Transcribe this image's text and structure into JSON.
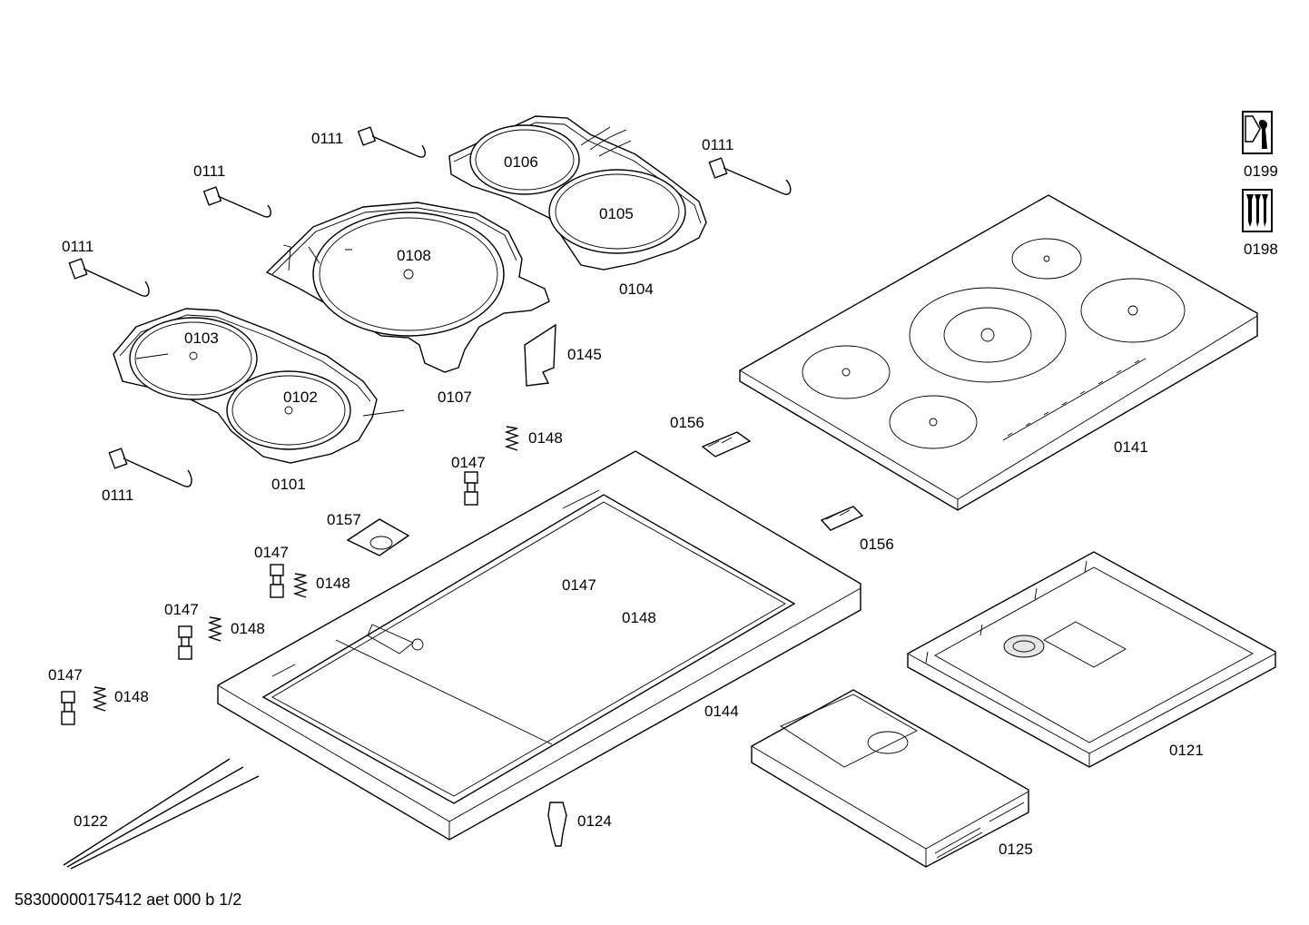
{
  "labels": {
    "p0111_a": "0111",
    "p0111_b": "0111",
    "p0111_c": "0111",
    "p0111_d": "0111",
    "p0111_e": "0111",
    "p0106": "0106",
    "p0105": "0105",
    "p0104": "0104",
    "p0108": "0108",
    "p0107": "0107",
    "p0103": "0103",
    "p0102": "0102",
    "p0101": "0101",
    "p0145": "0145",
    "p0141": "0141",
    "p0156_a": "0156",
    "p0156_b": "0156",
    "p0148_a": "0148",
    "p0148_b": "0148",
    "p0148_c": "0148",
    "p0148_d": "0148",
    "p0148_e": "0148",
    "p0147_a": "0147",
    "p0147_b": "0147",
    "p0147_c": "0147",
    "p0147_d": "0147",
    "p0147_e": "0147",
    "p0157": "0157",
    "p0144": "0144",
    "p0121": "0121",
    "p0122": "0122",
    "p0124": "0124",
    "p0125": "0125",
    "p0199": "0199",
    "p0198": "0198"
  },
  "legend_icons": {
    "tool": "wrench-icon",
    "screws": "screws-icon"
  },
  "footer": {
    "document_code": "58300000175412 aet 000 b 1/2"
  }
}
